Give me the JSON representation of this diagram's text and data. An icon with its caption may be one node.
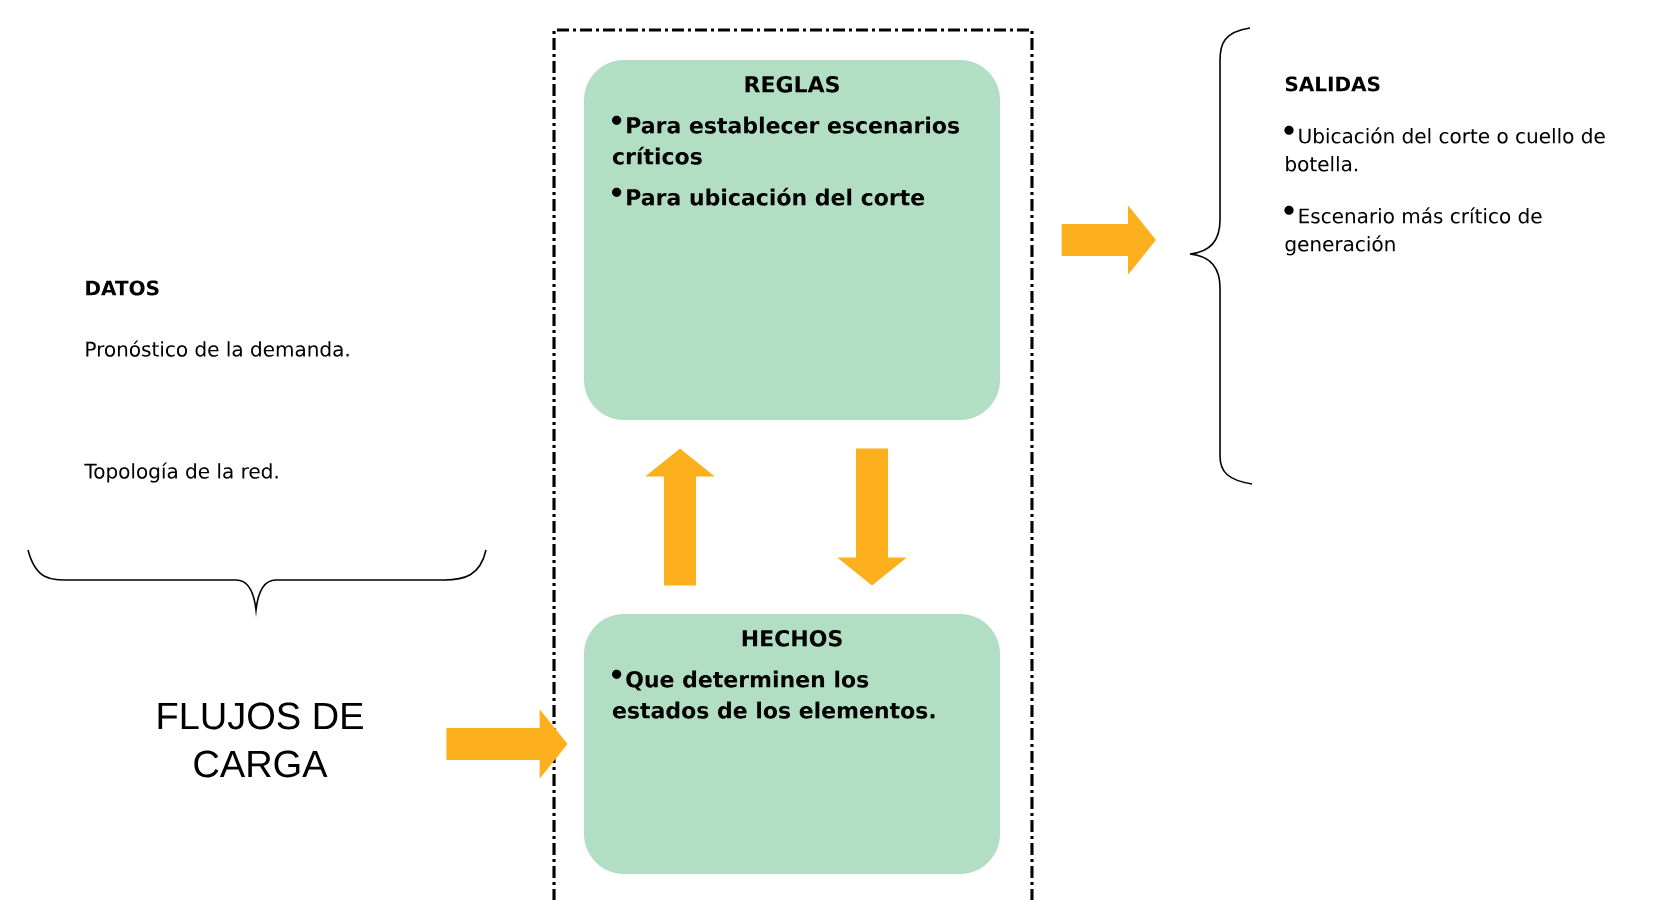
{
  "diagram": {
    "nodes": [
      {
        "text": [
          "FLUJOS DE CARGA"
        ]
      },
      {
        "text": [],
        "shape": "box"
      },
      {
        "text": [
          "REGLAS",
          "Para establecer escenarios críticos",
          "Para ubicación del corte"
        ],
        "in": 1
      },
      {
        "text": [
          "HECHOS",
          "Que determinen los estados de los elementos."
        ],
        "in": 1
      },
      {
        "text": [
          "SALIDAS",
          "Ubicación del corte o cuello de botella.",
          "Escenario más crítico de generación"
        ]
      }
    ],
    "edges": [
      {
        "from": 0,
        "to": 3,
        "arrow": "to"
      },
      {
        "from": 3,
        "to": 2,
        "arrow": "to"
      },
      {
        "from": 2,
        "to": 3,
        "arrow": "to"
      },
      {
        "from": 1,
        "to": 4,
        "arrow": "to"
      }
    ],
    "labels": [
      "DATOS",
      "Pronóstico de la demanda.",
      "Topología de la red."
    ]
  }
}
